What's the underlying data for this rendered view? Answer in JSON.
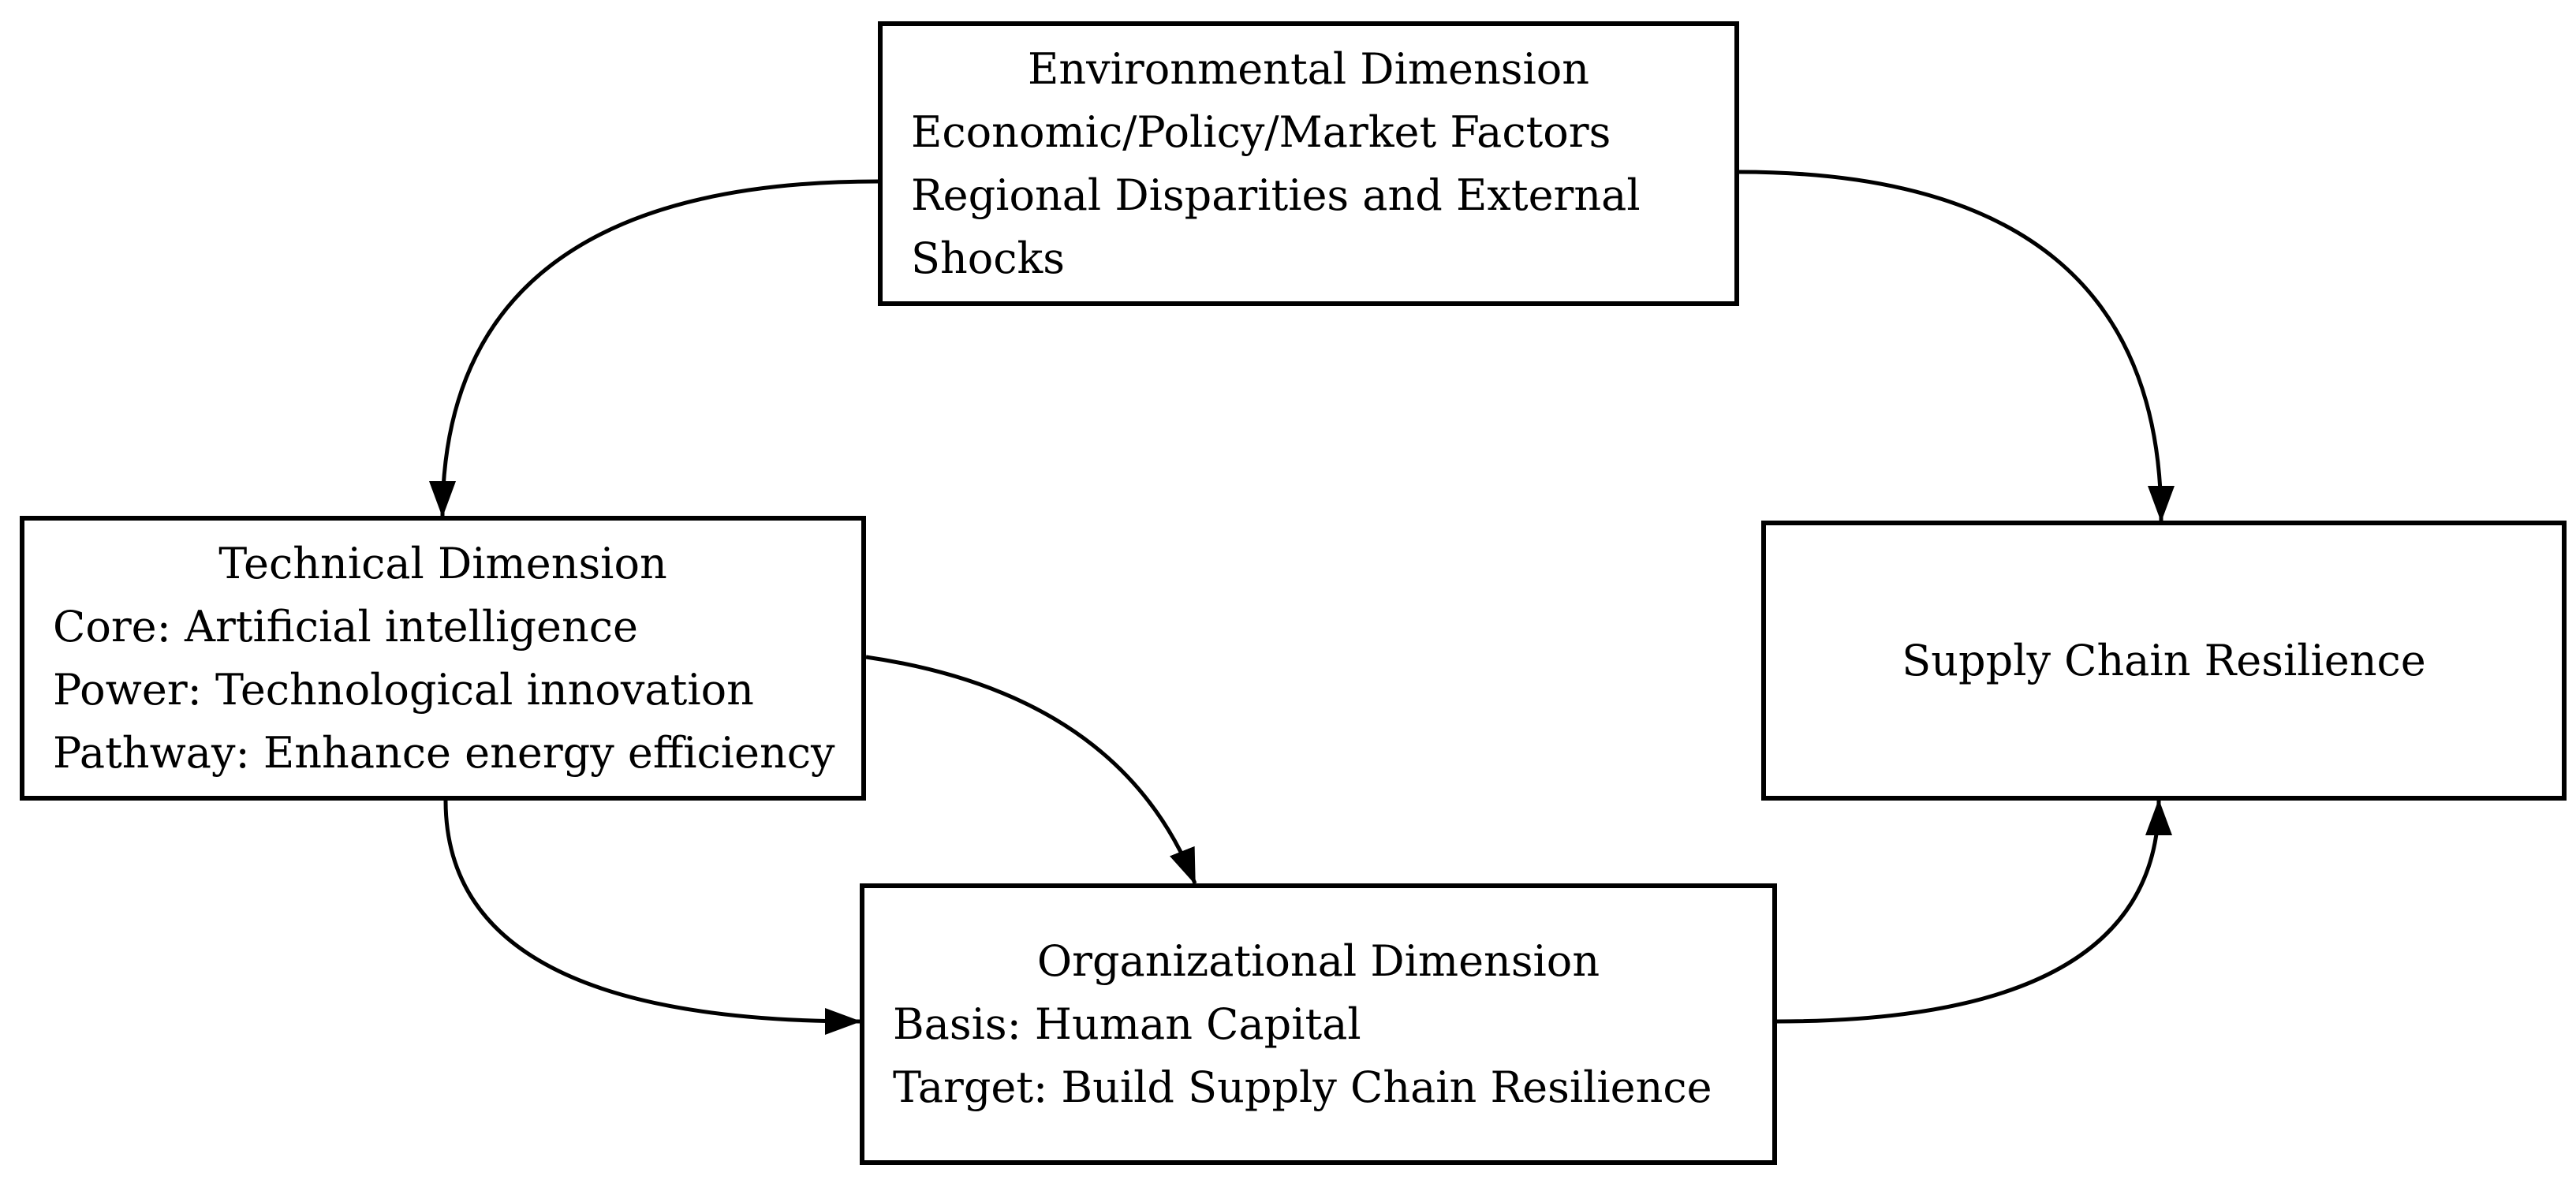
{
  "figure": {
    "background_color": "#ffffff",
    "stroke_color": "#000000",
    "boxes": {
      "environmental": {
        "title": "Environmental Dimension",
        "lines": [
          "Economic/Policy/Market Factors",
          "Regional Disparities and External",
          "Shocks"
        ]
      },
      "technical": {
        "title": "Technical Dimension",
        "lines": [
          "Core: Artificial intelligence",
          "Power: Technological innovation",
          "Pathway: Enhance energy efficiency"
        ]
      },
      "organizational": {
        "title": "Organizational Dimension",
        "lines": [
          "Basis: Human Capital",
          "Target: Build Supply Chain Resilience"
        ]
      },
      "supply_chain": {
        "title": "Supply Chain Resilience",
        "lines": []
      }
    },
    "arrows": [
      {
        "from": "Environmental Dimension",
        "to": "Technical Dimension",
        "enters_at": "top"
      },
      {
        "from": "Environmental Dimension",
        "to": "Supply Chain Resilience",
        "enters_at": "top"
      },
      {
        "from": "Technical Dimension",
        "to": "Organizational Dimension",
        "enters_at": "top"
      },
      {
        "from": "Technical Dimension",
        "to": "Organizational Dimension",
        "enters_at": "left"
      },
      {
        "from": "Organizational Dimension",
        "to": "Supply Chain Resilience",
        "enters_at": "bottom"
      }
    ]
  }
}
